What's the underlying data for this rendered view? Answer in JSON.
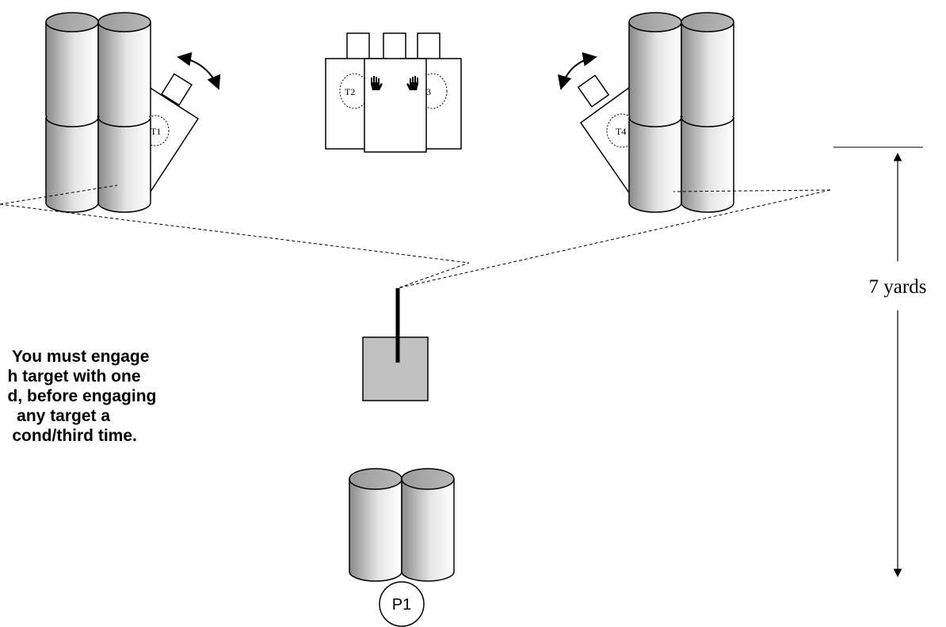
{
  "targets": {
    "t1": "T1",
    "t2": "T2",
    "t3": "3",
    "t4": "T4"
  },
  "distance_label": "7 yards",
  "shooter_label": "P1",
  "instruction_lines": [
    "    You must engage",
    "   h target with one",
    "   d, before engaging",
    "     any target a",
    "    cond/third time."
  ],
  "colors": {
    "barrel_dark": "#888888",
    "barrel_light": "#ffffff",
    "barrel_top": "#a6a6a6",
    "table_fill": "#c0c0c0"
  }
}
